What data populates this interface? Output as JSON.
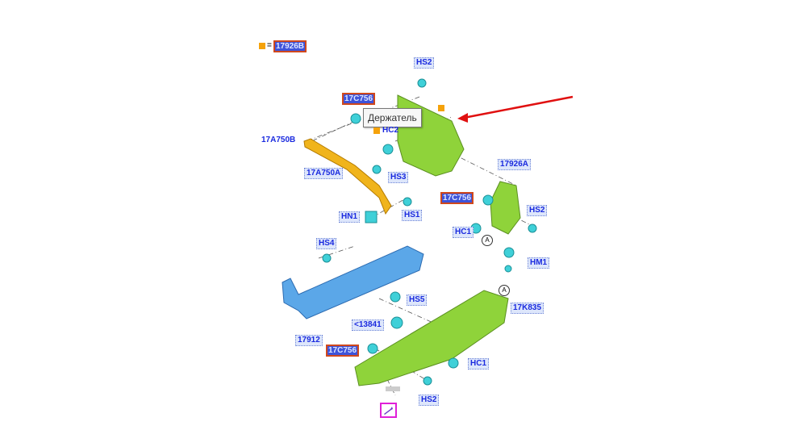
{
  "legend": {
    "equals": "=",
    "part": "17926B",
    "color": "#f5a20a"
  },
  "tooltip": "Держатель",
  "labels": {
    "hs2_top": "HS2",
    "c17c756_top": "17C756",
    "hc2": "HC2",
    "a750b": "17A750B",
    "a750a": "17A750A",
    "hs3": "HS3",
    "hs1": "HS1",
    "hn1": "HN1",
    "a17926a": "17926A",
    "c17c756_mid": "17C756",
    "hs2_mid": "HS2",
    "hc1_mid": "HC1",
    "hm1": "HM1",
    "hs4": "HS4",
    "hs5": "HS5",
    "k835": "17K835",
    "p13841": "<13841",
    "p17912": "17912",
    "c17c756_bot": "17C756",
    "hc1_bot": "HC1",
    "hs2_bot": "HS2"
  },
  "callouts": {
    "a1": "A",
    "a2": "A"
  }
}
